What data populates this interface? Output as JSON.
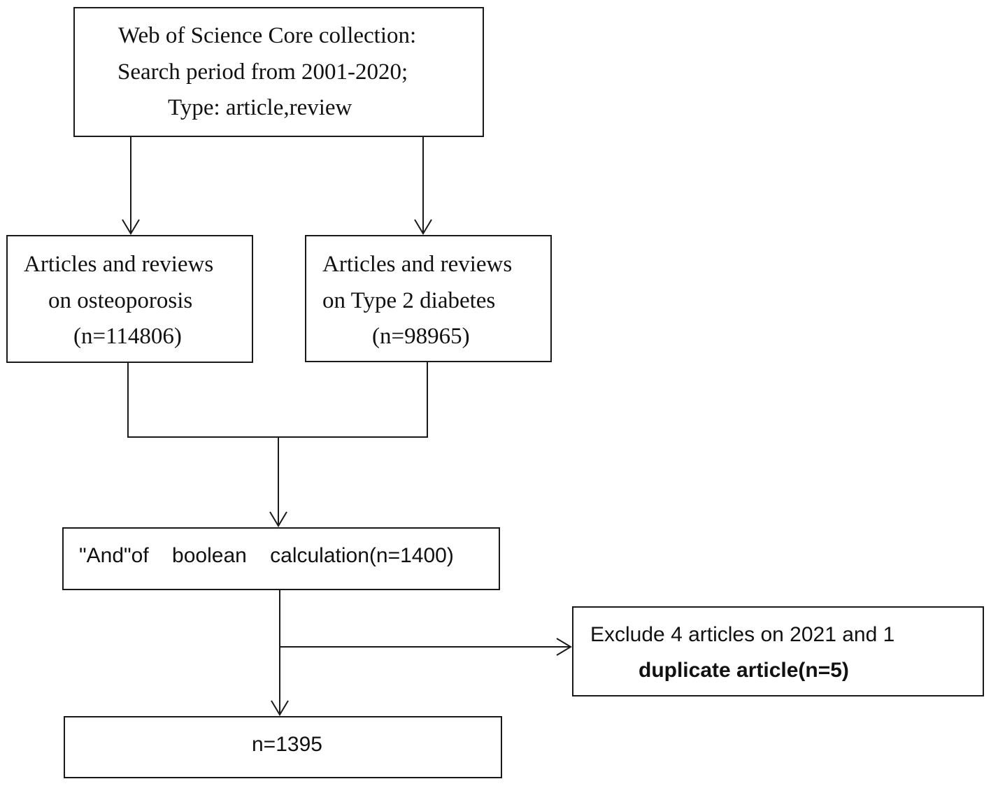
{
  "source_box": {
    "lines": [
      "Web of Science Core collection:",
      "Search period from 2001-2020;",
      "Type: article,review"
    ]
  },
  "osteoporosis_box": {
    "lines": [
      "Articles and reviews",
      "on osteoporosis",
      "(n=114806)"
    ]
  },
  "diabetes_box": {
    "lines": [
      "Articles and reviews",
      "on Type 2 diabetes",
      "(n=98965)"
    ]
  },
  "boolean_box": {
    "text": "\"And\"of    boolean    calculation(n=1400)"
  },
  "exclude_box": {
    "line1": "Exclude 4 articles on 2021 and 1",
    "line2": "duplicate article(n=5)"
  },
  "final_box": {
    "text": "n=1395"
  }
}
